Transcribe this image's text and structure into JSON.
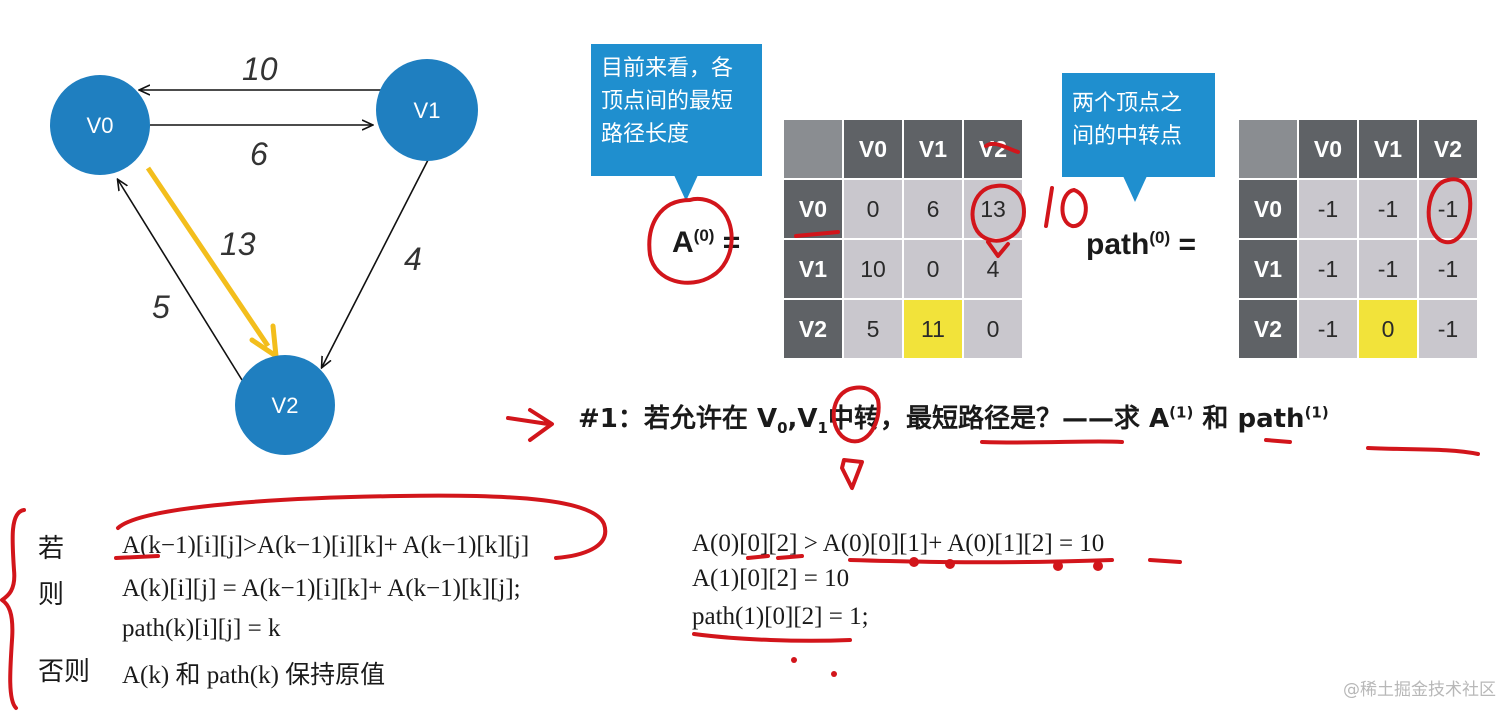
{
  "graph": {
    "nodes": [
      "V0",
      "V1",
      "V2"
    ],
    "edges": [
      "10",
      "6",
      "13",
      "4",
      "5"
    ]
  },
  "callouts": {
    "a_lines": [
      "目前来看，各",
      "顶点间的最短",
      "路径长度"
    ],
    "path_lines": [
      "两个顶点之",
      "间的中转点"
    ]
  },
  "a_matrix": {
    "label": "A",
    "label_sup": "(0)",
    "headers": [
      "V0",
      "V1",
      "V2"
    ],
    "rows": [
      [
        "0",
        "6",
        "13"
      ],
      [
        "10",
        "0",
        "4"
      ],
      [
        "5",
        "11",
        "0"
      ]
    ]
  },
  "path_matrix": {
    "label": "path",
    "label_sup": "(0)",
    "headers": [
      "V0",
      "V1",
      "V2"
    ],
    "rows": [
      [
        "-1",
        "-1",
        "-1"
      ],
      [
        "-1",
        "-1",
        "-1"
      ],
      [
        "-1",
        "0",
        "-1"
      ]
    ]
  },
  "equals": "=",
  "question": {
    "prefix": "#1：若允许在",
    "v0": "V",
    "v0_sub": "0",
    "v1": "V",
    "v1_sub": "1",
    "middle": "中转，最短路径是？——求",
    "a": "A",
    "a_sup": "(1)",
    "and": "和",
    "path": "path",
    "path_sup": "(1)"
  },
  "rules": {
    "if_kw": "若",
    "then_kw": "则",
    "else_kw": "否则",
    "if_formula": "A(k−1)[i][j]>A(k−1)[i][k]+ A(k−1)[k][j]",
    "then_formula1": "A(k)[i][j] = A(k−1)[i][k]+ A(k−1)[k][j];",
    "then_formula2": "path(k)[i][j] = k",
    "else_text": "A(k) 和 path(k) 保持原值"
  },
  "example": {
    "line1": "A(0)[0][2] > A(0)[0][1]+ A(0)[1][2] = 10",
    "line2": "A(1)[0][2] = 10",
    "line3": "path(1)[0][2] = 1;"
  },
  "annotations": {
    "handwritten_10": "10"
  },
  "watermark": "@稀土掘金技术社区",
  "colors": {
    "node": "#1f7fc0",
    "callout": "#1f8fcf",
    "highlight": "#f2e33a",
    "ink": "#d2151b",
    "path_arrow": "#f3be1c"
  }
}
